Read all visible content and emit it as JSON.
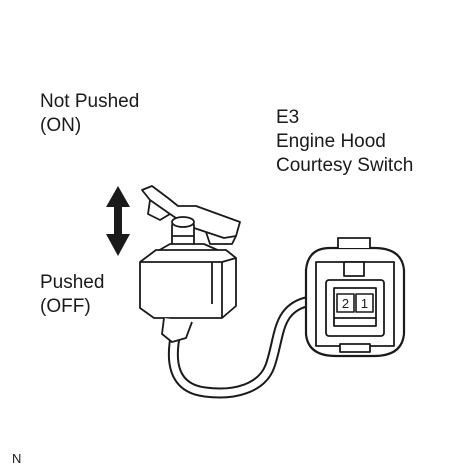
{
  "labels": {
    "not_pushed_line1": "Not Pushed",
    "not_pushed_line2": "(ON)",
    "pushed_line1": "Pushed",
    "pushed_line2": "(OFF)",
    "connector_code": "E3",
    "switch_name_line1": "Engine Hood",
    "switch_name_line2": "Courtesy Switch",
    "pin_left": "2",
    "pin_right": "1",
    "corner_code": "N"
  },
  "colors": {
    "ink": "#1a1a1a",
    "background": "#ffffff"
  }
}
